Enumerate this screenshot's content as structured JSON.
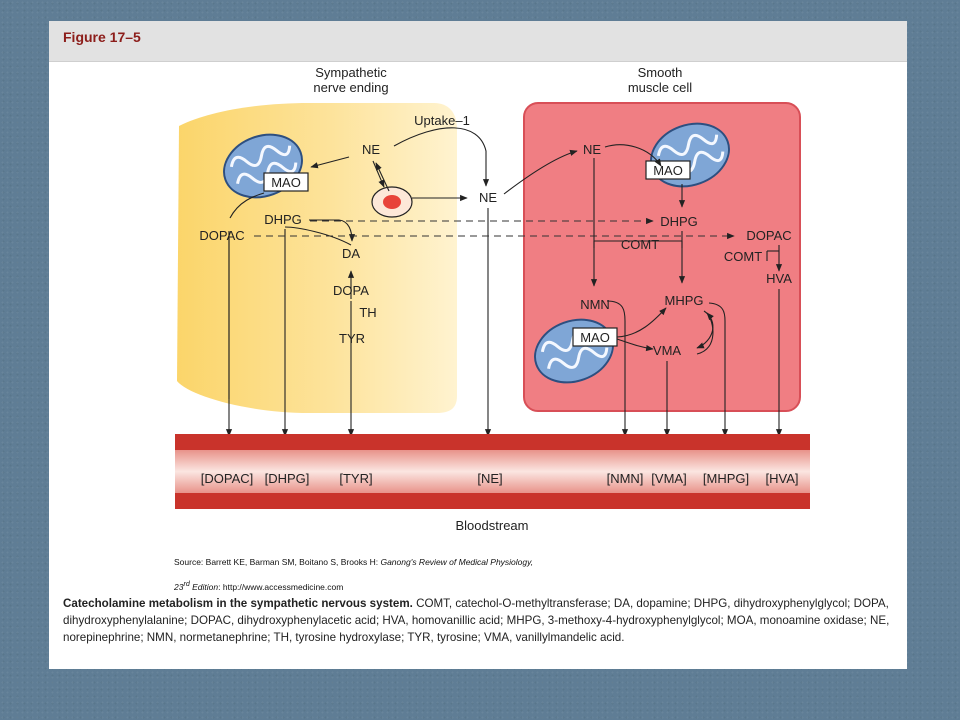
{
  "figure": {
    "title": "Figure 17–5"
  },
  "diagram": {
    "panels": {
      "nerve_title_line1": "Sympathetic",
      "nerve_title_line2": "nerve ending",
      "muscle_title_line1": "Smooth",
      "muscle_title_line2": "muscle cell"
    },
    "nodes": {
      "uptake": "Uptake–1",
      "ne_nerve": "NE",
      "mao_nerve": "MAO",
      "dhpg_nerve": "DHPG",
      "dopac_nerve": "DOPAC",
      "da": "DA",
      "dopa": "DOPA",
      "th": "TH",
      "tyr": "TYR",
      "ne_cleft": "NE",
      "ne_muscle": "NE",
      "mao_muscle_top": "MAO",
      "dhpg_muscle": "DHPG",
      "comt_1": "COMT",
      "dopac_muscle": "DOPAC",
      "comt_2": "COMT",
      "hva": "HVA",
      "nmn": "NMN",
      "mhpg": "MHPG",
      "mao_muscle_bottom": "MAO",
      "vma": "VMA"
    },
    "bloodstream": {
      "label": "Bloodstream",
      "items": [
        "[DOPAC]",
        "[DHPG]",
        "[TYR]",
        "[NE]",
        "[NMN]",
        "[VMA]",
        "[MHPG]",
        "[HVA]"
      ]
    },
    "colors": {
      "nerve_fill": "#fbd977",
      "muscle_fill": "#f07e83",
      "vessel_red": "#c9332b",
      "vessel_pink": "#f3c0b6",
      "mito_blue": "#6b97cc"
    }
  },
  "source": {
    "prefix": "Source: Barrett KE, Barman SM, Boitano S, Brooks H: ",
    "book": "Ganong's Review of Medical Physiology,",
    "edition_num": "23",
    "edition_sup": "rd",
    "edition_word": "Edition",
    "url_text": ": http://www.accessmedicine.com"
  },
  "caption": {
    "bold": "Catecholamine metabolism in the sympathetic nervous system.",
    "text": " COMT, catechol-O-methyltransferase; DA, dopamine; DHPG, dihydroxyphenylglycol; DOPA, dihydroxyphenylalanine; DOPAC, dihydroxyphenylacetic acid; HVA, homovanillic acid; MHPG, 3-methoxy-4-hydroxyphenylglycol; MOA, monoamine oxidase; NE, norepinephrine; NMN, normetanephrine; TH, tyrosine hydroxylase; TYR, tyrosine; VMA, vanillylmandelic acid."
  }
}
